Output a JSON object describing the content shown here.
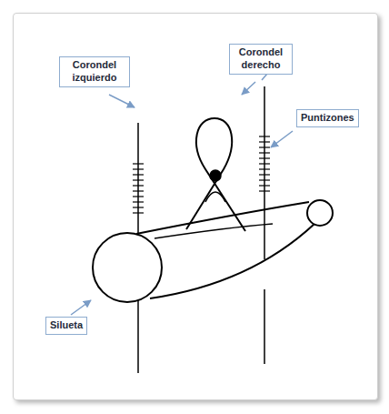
{
  "diagram": {
    "nodes": [
      {
        "text": [
          "Corondel izquierdo"
        ]
      },
      {
        "text": [
          "Corondel derecho"
        ]
      },
      {
        "text": [
          "Puntizones"
        ]
      },
      {
        "text": [
          "Silueta"
        ]
      }
    ]
  }
}
